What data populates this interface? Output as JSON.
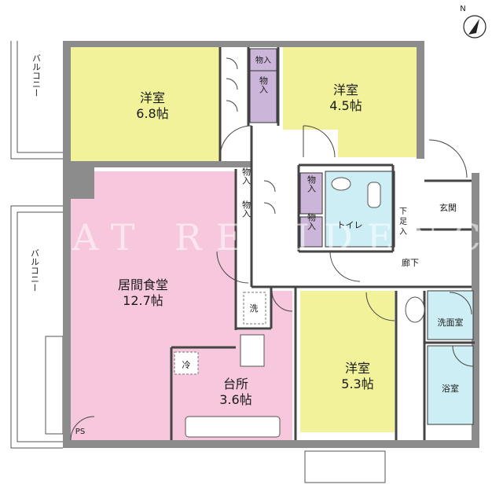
{
  "rooms": {
    "western1": {
      "name": "洋室",
      "size": "6.8帖"
    },
    "western2": {
      "name": "洋室",
      "size": "4.5帖"
    },
    "ldk": {
      "name": "居間食堂",
      "size": "12.7帖"
    },
    "kitchen": {
      "name": "台所",
      "size": "3.6帖"
    },
    "western3": {
      "name": "洋室",
      "size": "5.3帖"
    }
  },
  "labels": {
    "closet": "物入",
    "toilet": "トイレ",
    "shoe_box_1": "下",
    "shoe_box_2": "足",
    "shoe_box_3": "入",
    "entrance": "玄関",
    "hallway": "廊下",
    "washroom": "洗面室",
    "bathroom": "浴室",
    "balcony": "バルコニー",
    "washer": "洗",
    "fridge": "冷",
    "ps": "PS"
  },
  "watermark": "AT RESIDENCE",
  "compass": {
    "label": "N"
  },
  "colors": {
    "western": "#f2f29a",
    "ldk": "#f7c7dd",
    "closet": "#cbb5d9",
    "wet": "#cdeef5",
    "wall": "#8c8c8c"
  }
}
